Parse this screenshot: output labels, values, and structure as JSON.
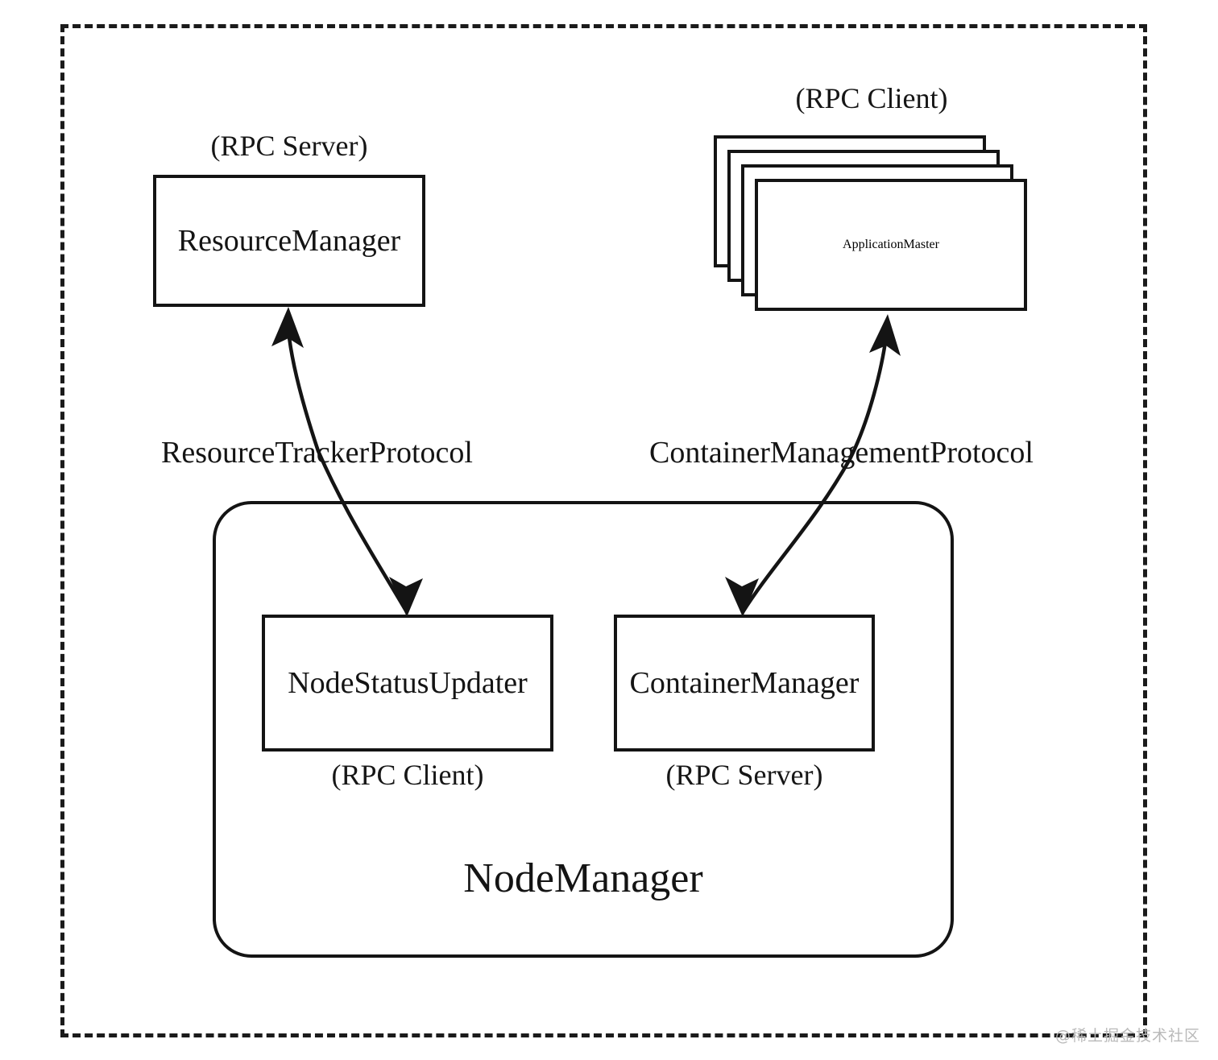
{
  "diagram": {
    "title": "NodeManager RPC interaction diagram",
    "watermark": "@稀土掘金技术社区",
    "colors": {
      "line": "#141414",
      "background": "#ffffff",
      "watermark": "#b9b9b9"
    }
  },
  "nodes": {
    "resource_manager": {
      "label": "ResourceManager",
      "role": "(RPC Server)"
    },
    "application_master": {
      "label": "ApplicationMaster",
      "role": "(RPC Client)",
      "stack_count": 4
    },
    "node_manager": {
      "label": "NodeManager"
    },
    "node_status_updater": {
      "label": "NodeStatusUpdater",
      "role": "(RPC Client)"
    },
    "container_manager": {
      "label": "ContainerManager",
      "role": "(RPC Server)"
    }
  },
  "edges": {
    "resource_tracker": {
      "label": "ResourceTrackerProtocol",
      "from": "NodeStatusUpdater",
      "to": "ResourceManager"
    },
    "container_management": {
      "label": "ContainerManagementProtocol",
      "from": "ContainerManager",
      "to": "ApplicationMaster"
    }
  }
}
